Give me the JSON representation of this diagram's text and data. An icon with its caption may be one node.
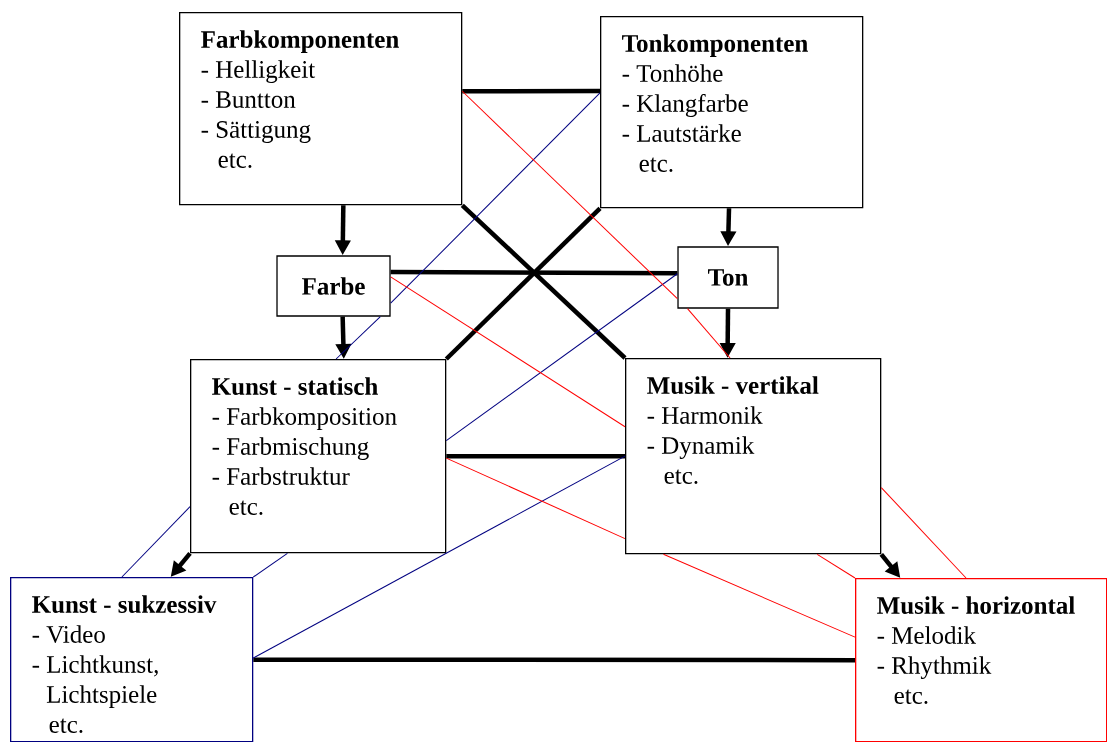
{
  "diagram": {
    "nodes": [
      {
        "text": [
          "Farbkomponenten",
          "- Helligkeit",
          "- Buntton",
          "- Sättigung",
          "etc."
        ]
      },
      {
        "text": [
          "Tonkomponenten",
          "- Tonhöhe",
          "- Klangfarbe",
          "- Lautstärke",
          "etc."
        ]
      },
      {
        "text": [
          "Farbe"
        ]
      },
      {
        "text": [
          "Ton"
        ]
      },
      {
        "text": [
          "Kunst - statisch",
          "- Farbkomposition",
          "- Farbmischung",
          "- Farbstruktur",
          "etc."
        ]
      },
      {
        "text": [
          "Musik - vertikal",
          "- Harmonik",
          "- Dynamik",
          "etc."
        ]
      },
      {
        "text": [
          "Kunst - sukzessiv",
          "- Video",
          "- Lichtkunst, Lichtspiele",
          "etc."
        ]
      },
      {
        "text": [
          "Musik - horizontal",
          "- Melodik",
          "- Rhythmik",
          "etc."
        ]
      }
    ],
    "edges": [
      {
        "from": 0,
        "to": 2,
        "arrow": "to",
        "style": "thick"
      },
      {
        "from": 1,
        "to": 3,
        "arrow": "to",
        "style": "thick"
      },
      {
        "from": 2,
        "to": 4,
        "arrow": "to",
        "style": "thick"
      },
      {
        "from": 3,
        "to": 5,
        "arrow": "to",
        "style": "thick"
      },
      {
        "from": 4,
        "to": 6,
        "arrow": "to",
        "style": "thick"
      },
      {
        "from": 5,
        "to": 7,
        "arrow": "to",
        "style": "thick"
      },
      {
        "from": 0,
        "to": 1,
        "arrow": "none",
        "style": "thick"
      },
      {
        "from": 2,
        "to": 3,
        "arrow": "none",
        "style": "thick"
      },
      {
        "from": 0,
        "to": 5,
        "arrow": "none",
        "style": "thick"
      },
      {
        "from": 1,
        "to": 4,
        "arrow": "none",
        "style": "thick"
      },
      {
        "from": 4,
        "to": 5,
        "arrow": "none",
        "style": "thick"
      },
      {
        "from": 6,
        "to": 7,
        "arrow": "none",
        "style": "thick"
      },
      {
        "from": 1,
        "to": 2,
        "arrow": "none",
        "color": "#000080"
      },
      {
        "from": 2,
        "to": 4,
        "arrow": "none",
        "color": "#000080"
      },
      {
        "from": 4,
        "to": 6,
        "arrow": "none",
        "color": "#000080"
      },
      {
        "from": 3,
        "to": 4,
        "arrow": "none",
        "color": "#000080"
      },
      {
        "from": 4,
        "to": 6,
        "arrow": "none",
        "color": "#000080"
      },
      {
        "from": 5,
        "to": 6,
        "arrow": "none",
        "color": "#000080"
      },
      {
        "from": 0,
        "to": 3,
        "arrow": "none",
        "color": "#ff0000"
      },
      {
        "from": 3,
        "to": 5,
        "arrow": "none",
        "color": "#ff0000"
      },
      {
        "from": 5,
        "to": 7,
        "arrow": "none",
        "color": "#ff0000"
      },
      {
        "from": 2,
        "to": 5,
        "arrow": "none",
        "color": "#ff0000"
      },
      {
        "from": 5,
        "to": 7,
        "arrow": "none",
        "color": "#ff0000"
      },
      {
        "from": 4,
        "to": 5,
        "arrow": "none",
        "color": "#ff0000"
      },
      {
        "from": 5,
        "to": 7,
        "arrow": "none",
        "color": "#ff0000"
      }
    ]
  }
}
